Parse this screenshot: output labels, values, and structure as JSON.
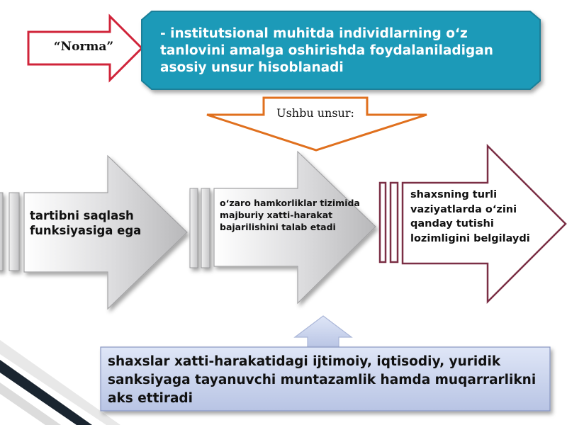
{
  "norma_label": "“Norma”",
  "definition": "- institutsional muhitda individlarning o‘z tanlovini amalga oshirishda foydalaniladigan asosiy unsur hisoblanadi",
  "ushbu_label": "Ushbu unsur:",
  "arrows": [
    "tartibni saqlash funksiyasiga ega",
    "o‘zaro hamkorliklar tizimida majburiy xatti-harakat bajarilishini talab etadi",
    "shaxsning turli vaziyatlarda o‘zini qanday tutishi lozimligini belgilaydi"
  ],
  "bottom_text": "shaxslar xatti-harakatidagi ijtimoiy, iqtisodiy, yuridik sanksiyaga tayanuvchi muntazamlik hamda muqarrarlikni aks ettiradi",
  "colors": {
    "norma_outline": "#d0243a",
    "definition_fill": "#1a9ab8",
    "ushbu_outline": "#e0701e",
    "arrow_fill_gray": "#c8c8ca",
    "arrow3_outline": "#7b2f45",
    "bottom_fill": "#c8d2ea"
  }
}
